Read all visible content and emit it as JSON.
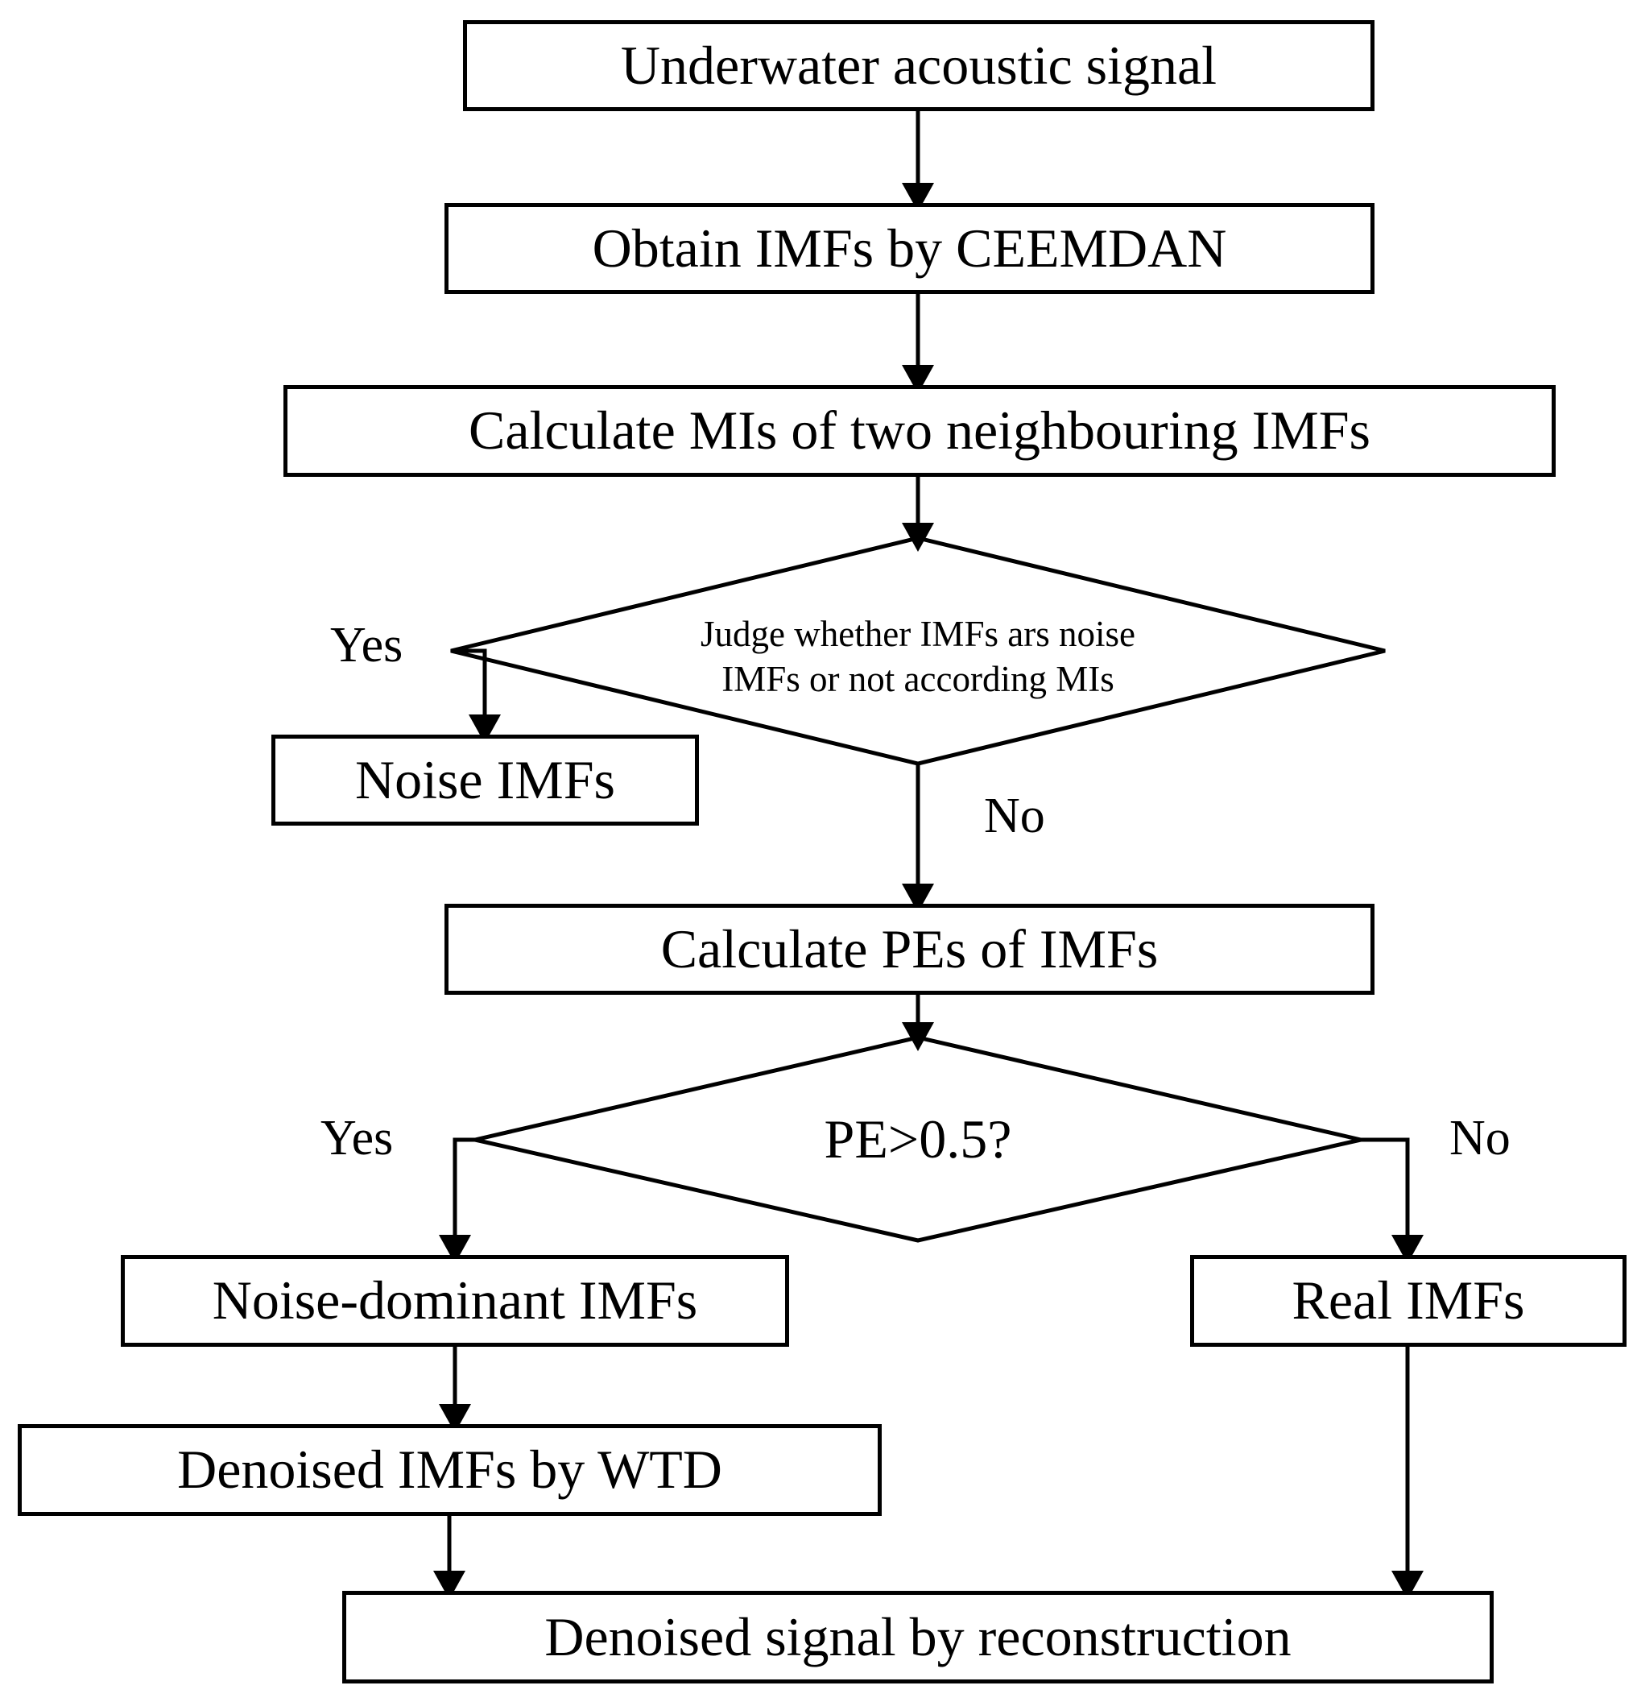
{
  "diagram": {
    "title": "Underwater acoustic signal denoising flowchart",
    "type": "flowchart",
    "line_color": "#000000",
    "fill_color": "#ffffff",
    "text_color": "#000000"
  },
  "nodes": {
    "start_signal": {
      "label": "Underwater acoustic signal",
      "shape": "process"
    },
    "obtain_imfs": {
      "label": "Obtain IMFs by CEEMDAN",
      "shape": "process"
    },
    "calculate_mis": {
      "label": "Calculate MIs of two neighbouring IMFs",
      "shape": "process"
    },
    "judge_noise": {
      "label_line1": "Judge whether IMFs ars noise",
      "label_line2": "IMFs or not according MIs",
      "shape": "decision"
    },
    "noise_imfs": {
      "label": "Noise IMFs",
      "shape": "process"
    },
    "calculate_pes": {
      "label": "Calculate PEs of IMFs",
      "shape": "process"
    },
    "pe_threshold": {
      "label": "PE>0.5?",
      "shape": "decision"
    },
    "noise_dominant_imfs": {
      "label": "Noise-dominant IMFs",
      "shape": "process"
    },
    "real_imfs": {
      "label": "Real IMFs",
      "shape": "process"
    },
    "denoised_imfs_wtd": {
      "label": "Denoised IMFs by WTD",
      "shape": "process"
    },
    "denoised_signal": {
      "label": "Denoised signal by reconstruction",
      "shape": "process"
    }
  },
  "edge_labels": {
    "judge_yes": "Yes",
    "judge_no": "No",
    "pe_yes": "Yes",
    "pe_no": "No"
  }
}
